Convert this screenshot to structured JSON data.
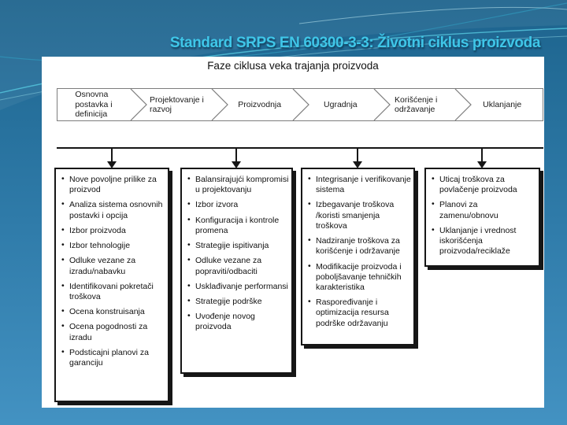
{
  "slide": {
    "title": "Standard SRPS EN 60300-3-3: Životni ciklus proizvoda",
    "diagram_title": "Faze ciklusa veka trajanja proizvoda"
  },
  "phases": [
    "Osnovna postavka i definicija",
    "Projektovanje i razvoj",
    "Proizvodnja",
    "Ugradnja",
    "Korišćenje i održavanje",
    "Uklanjanje"
  ],
  "columns": [
    {
      "items": [
        "Nove povoljne prilike za proizvod",
        "Analiza sistema osnovnih postavki i opcija",
        "Izbor proizvoda",
        "Izbor tehnologije",
        "Odluke vezane za izradu/nabavku",
        "Identifikovani pokretači troškova",
        "Ocena konstruisanja",
        "Ocena pogodnosti za izradu",
        "Podsticajni planovi za garanciju"
      ]
    },
    {
      "items": [
        "Balansirajujći kompromisi u projektovanju",
        "Izbor izvora",
        "Konfiguracija i kontrole promena",
        "Strategije ispitivanja",
        "Odluke vezane za popraviti/odbaciti",
        "Usklađivanje performansi",
        "Strategije podrške",
        "Uvođenje novog proizvoda"
      ]
    },
    {
      "items": [
        "Integrisanje i verifikovanje sistema",
        "Izbegavanje troškova /koristi smanjenja troškova",
        "Nadziranje troškova za korišćenje i održavanje",
        "Modifikacije proizvoda i poboljšavanje tehničkih karakteristika",
        "Raspoređivanje i optimizacija resursa podrške održavanju"
      ]
    },
    {
      "items": [
        "Uticaj troškova za povlačenje proizvoda",
        "Planovi za zamenu/obnovu",
        "Uklanjanje i vrednost iskorišćenja proizvoda/reciklaže"
      ]
    }
  ],
  "colors": {
    "title_text": "#3fc6e8",
    "slide_bg_top": "#1d638d",
    "slide_bg_bottom": "#4392c2",
    "panel_bg": "#ffffff",
    "box_border": "#161616",
    "band_border": "#7d7d7d",
    "body_text": "#111111",
    "wave_line": "#5ac8dd"
  }
}
